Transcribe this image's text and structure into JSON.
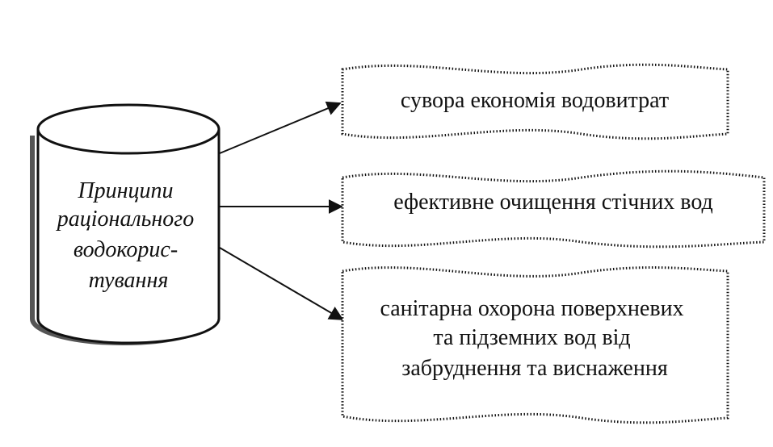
{
  "diagram": {
    "source": {
      "lines": [
        "Принципи",
        "раціонального",
        "водокорис-",
        "тування"
      ]
    },
    "targets": [
      {
        "lines": [
          "сувора економія водовитрат"
        ]
      },
      {
        "lines": [
          "ефективне очищення стічних вод"
        ]
      },
      {
        "lines": [
          "санітарна охорона поверхневих",
          "та підземних вод від",
          "забруднення та виснаження"
        ]
      }
    ],
    "colors": {
      "ink": "#111111",
      "shadow": "#555555",
      "background": "#ffffff"
    }
  }
}
